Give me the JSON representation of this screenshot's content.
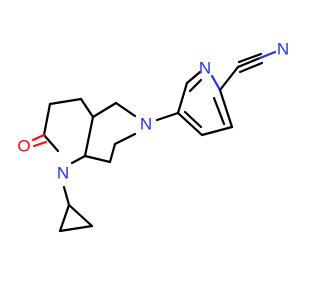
{
  "molecule": {
    "atoms": {
      "nitrile_n": "N",
      "pyridine_n": "N",
      "amine_n": "N",
      "amide_n": "N",
      "carbonyl_o": "O"
    },
    "colors": {
      "bond": "#000000",
      "nitrogen": "#2233ee",
      "oxygen": "#ee1111",
      "background": "#ffffff"
    }
  }
}
